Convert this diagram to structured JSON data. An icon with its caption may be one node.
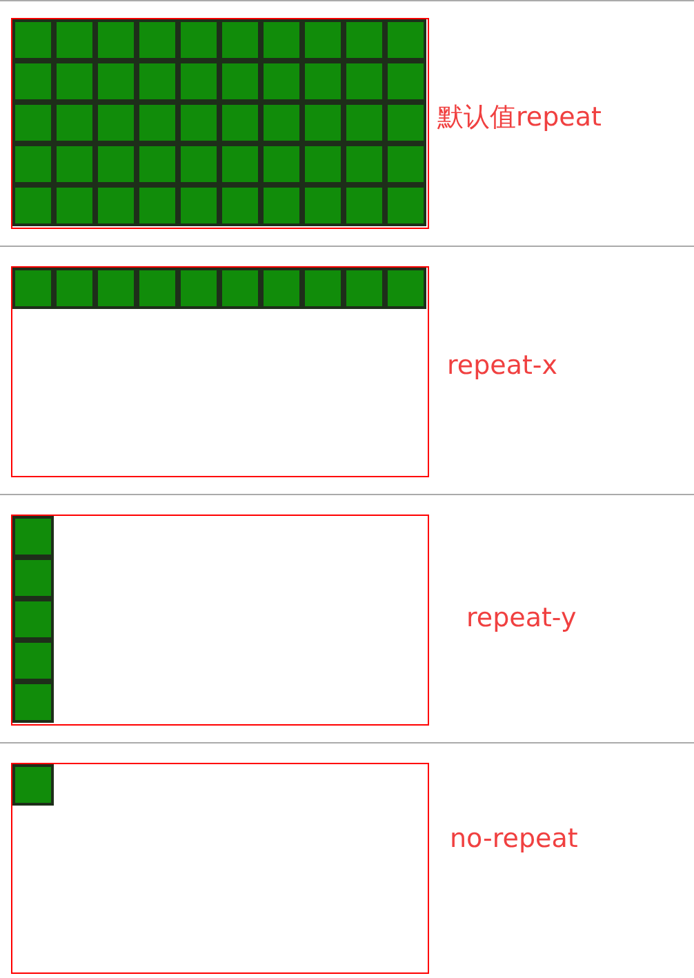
{
  "diagram": {
    "nodes": [
      {
        "text": [],
        "shape": "box",
        "beside": [
          "默认值repeat"
        ]
      },
      {
        "text": [],
        "shape": "box",
        "beside": [
          "repeat-x"
        ]
      },
      {
        "text": [],
        "shape": "box",
        "beside": [
          "repeat-y"
        ]
      },
      {
        "text": [],
        "shape": "box",
        "beside": [
          "no-repeat"
        ]
      }
    ]
  }
}
